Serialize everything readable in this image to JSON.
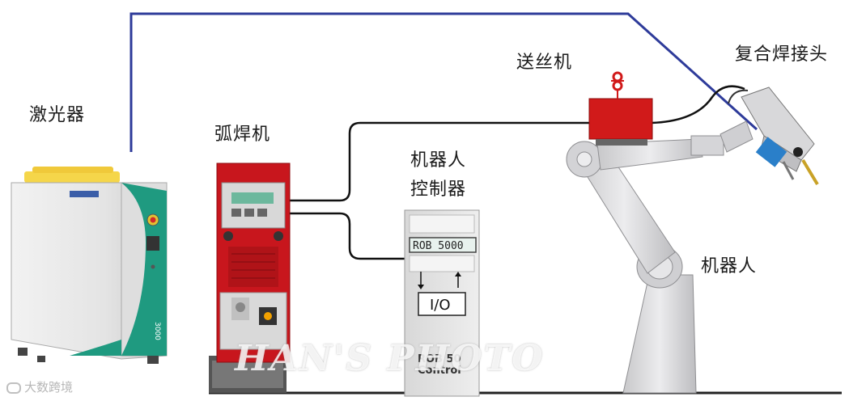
{
  "labels": {
    "laser": "激光器",
    "arc_welder": "弧焊机",
    "robot_controller_line1": "机器人",
    "robot_controller_line2": "控制器",
    "wire_feeder": "送丝机",
    "hybrid_head": "复合焊接头",
    "robot": "机器人"
  },
  "controller_panel": {
    "model": "ROB 5000",
    "io": "I/O",
    "footer_line1": "ROB 50",
    "footer_line2": "Control"
  },
  "laser_unit": {
    "side_text": "3000"
  },
  "watermark": {
    "text": "HAN'S PHOTO",
    "corner": "大数跨境"
  },
  "colors": {
    "fiber_blue": "#2e3b9a",
    "cable_black": "#111111",
    "welder_red": "#c8161d",
    "feeder_red": "#d11a1a",
    "laser_green": "#1f9a80",
    "robot_grey": "#d9d9db",
    "floor": "#222222"
  }
}
